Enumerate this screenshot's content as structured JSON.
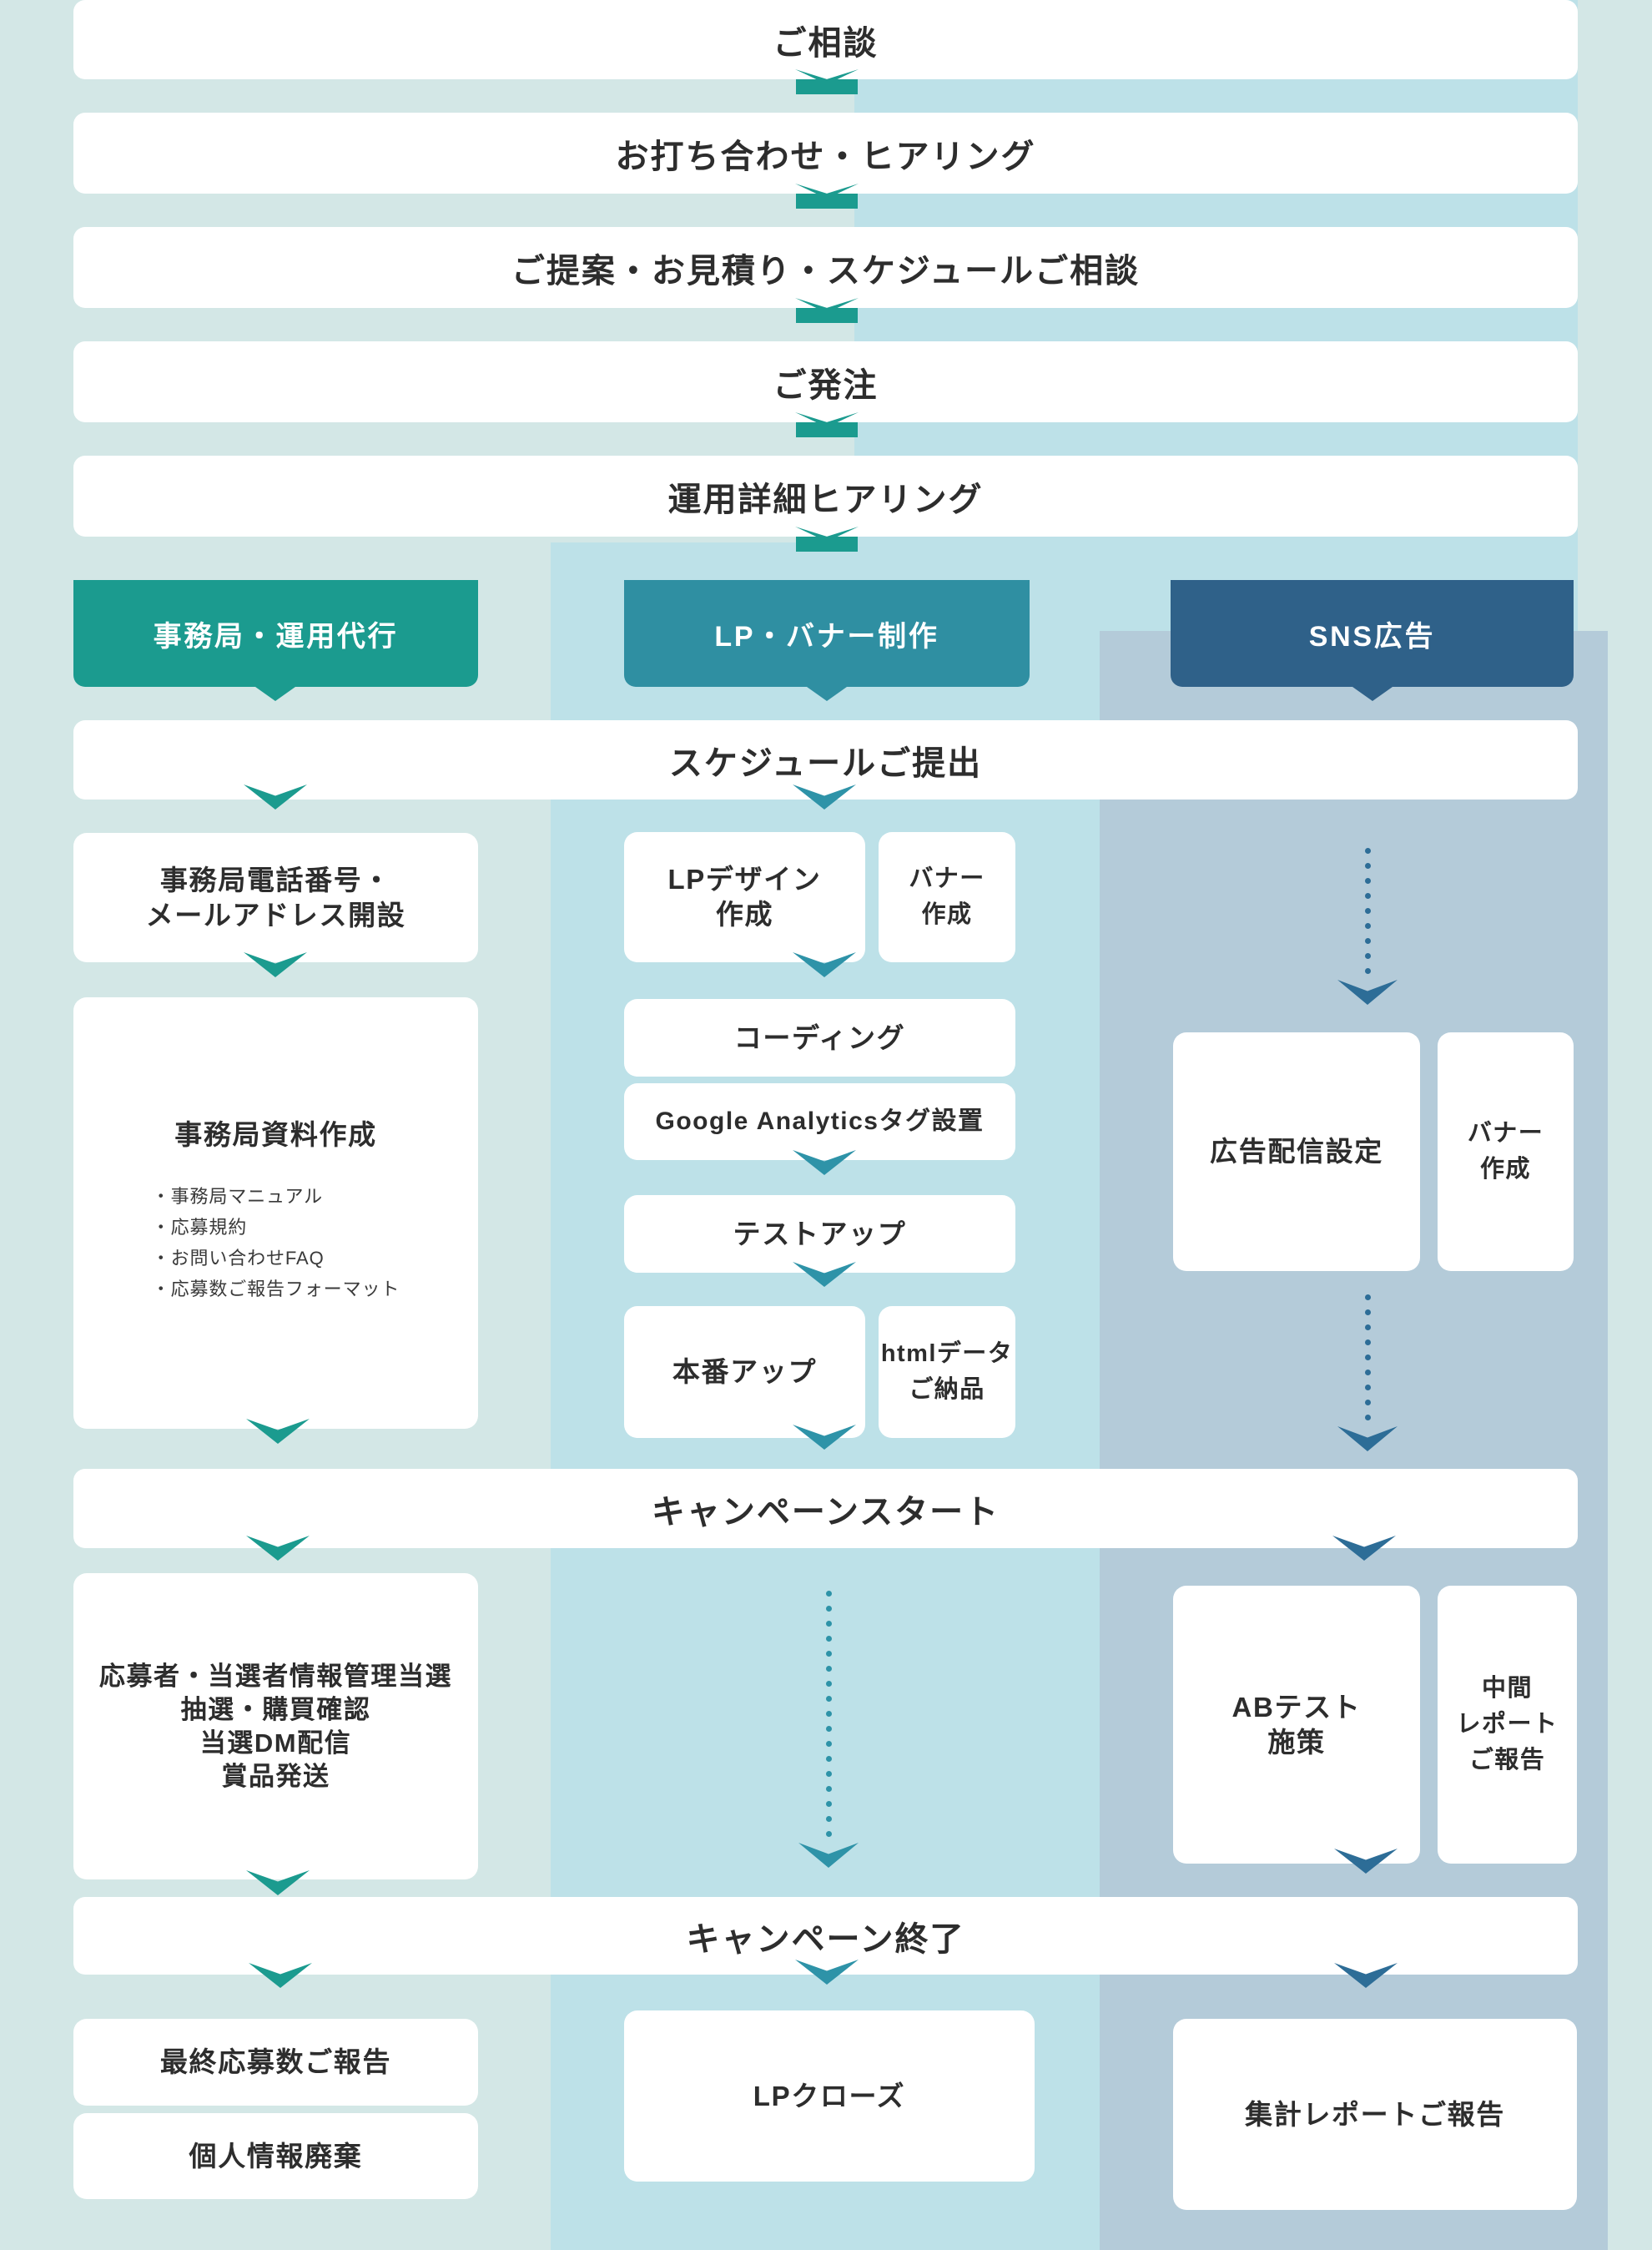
{
  "palette": {
    "bg_light": "#d3e7e6",
    "bg_cyan": "#bde1e8",
    "bg_gray_blue": "#b4cbd9",
    "teal_green": "#1b9b8f",
    "teal_blue": "#2f8fa2",
    "navy_blue": "#2f6189",
    "arrow_navy": "#2d6d97",
    "arrow_teal_blue": "#2e93a8",
    "box_bg": "#ffffff",
    "text_dark": "#2d2d2d"
  },
  "top_flow": {
    "step1": "ご相談",
    "step2": "お打ち合わせ・ヒアリング",
    "step3": "ご提案・お見積り・スケジュールご相談",
    "step4": "ご発注",
    "step5": "運用詳細ヒアリング"
  },
  "schedule_bar": "スケジュールご提出",
  "milestones": {
    "start": "キャンペーンスタート",
    "end": "キャンペーン終了"
  },
  "columns": {
    "admin": {
      "header": "事務局・運用代行",
      "contact_box": {
        "line1": "事務局電話番号・",
        "line2": "メールアドレス開設"
      },
      "docs_box": {
        "title": "事務局資料作成",
        "bullet1": "・事務局マニュアル",
        "bullet2": "・応募規約",
        "bullet3": "・お問い合わせFAQ",
        "bullet4": "・応募数ご報告フォーマット"
      },
      "manage_box": {
        "line1": "応募者・当選者情報管理当選",
        "line2": "抽選・購買確認",
        "line3": "当選DM配信",
        "line4": "賞品発送"
      },
      "final_count_box": "最終応募数ご報告",
      "privacy_box": "個人情報廃棄"
    },
    "lp": {
      "header": "LP・バナー制作",
      "design_box": {
        "line1": "LPデザイン",
        "line2": "作成"
      },
      "banner_box": {
        "line1": "バナー",
        "line2": "作成"
      },
      "coding_box": "コーディング",
      "ga_box": "Google Analyticsタグ設置",
      "test_box": "テストアップ",
      "live_box": "本番アップ",
      "html_box": {
        "line1": "htmlデータ",
        "line2": "ご納品"
      },
      "close_box": "LPクローズ"
    },
    "sns": {
      "header": "SNS広告",
      "ad_box": "広告配信設定",
      "banner_box": {
        "line1": "バナー",
        "line2": "作成"
      },
      "ab_box": {
        "line1": "ABテスト",
        "line2": "施策"
      },
      "mid_report_box": {
        "line1": "中間",
        "line2": "レポート",
        "line3": "ご報告"
      },
      "final_report_box": "集計レポートご報告"
    }
  }
}
